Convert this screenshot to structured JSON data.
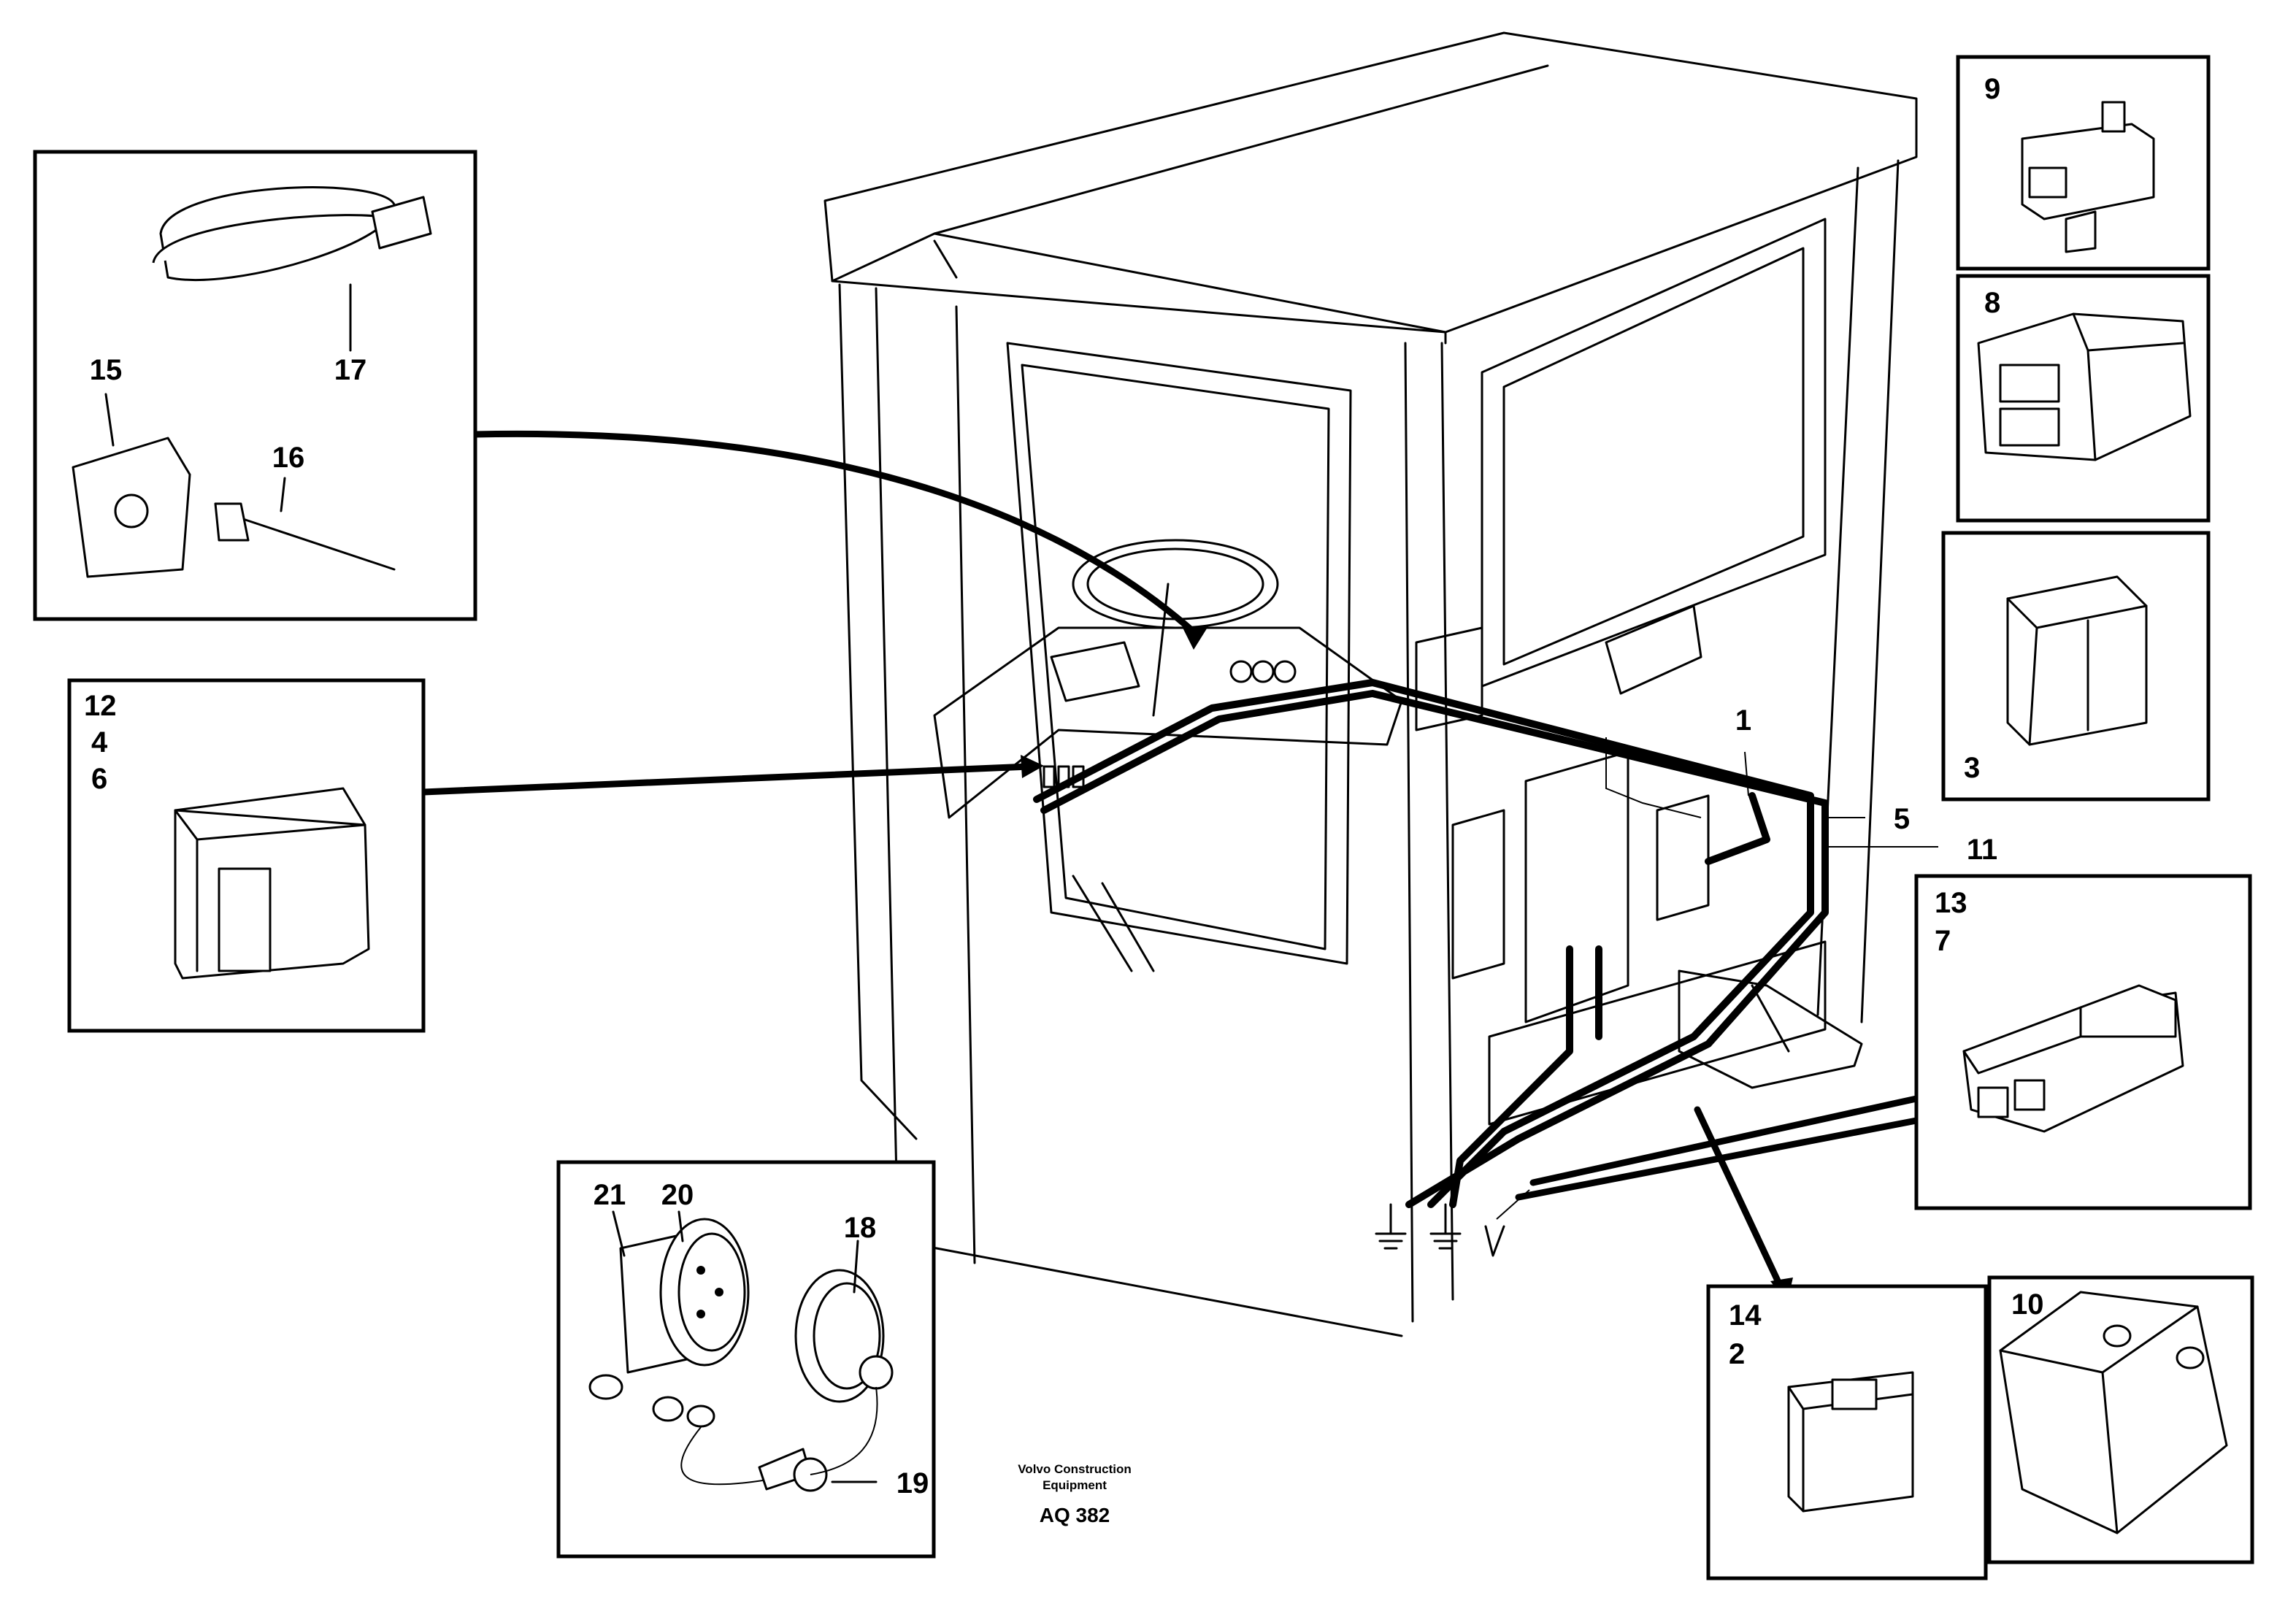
{
  "diagram": {
    "callouts": {
      "c1": "1",
      "c2": "2",
      "c3": "3",
      "c4": "4",
      "c5": "5",
      "c6": "6",
      "c7": "7",
      "c8": "8",
      "c9": "9",
      "c10": "10",
      "c11": "11",
      "c12": "12",
      "c13": "13",
      "c14": "14",
      "c15": "15",
      "c16": "16",
      "c17": "17",
      "c18": "18",
      "c19": "19",
      "c20": "20",
      "c21": "21"
    },
    "credit": {
      "line1": "Volvo Construction",
      "line2": "Equipment",
      "code": "AQ 382"
    }
  }
}
